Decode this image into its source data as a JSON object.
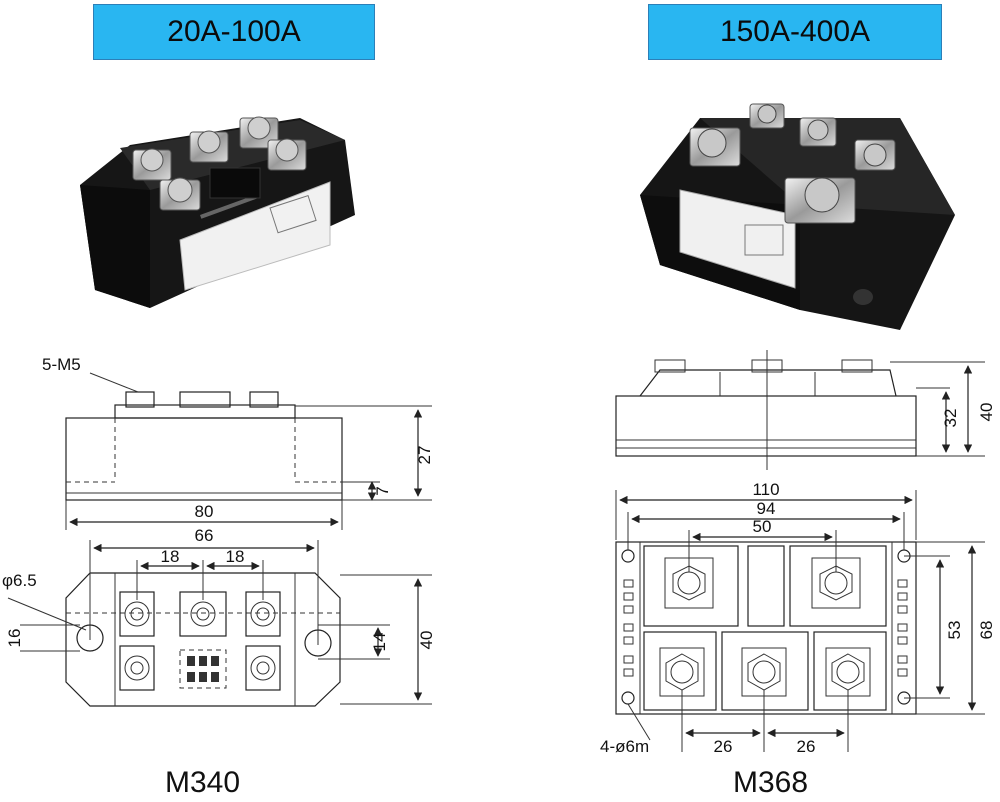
{
  "banners": {
    "left": "20A-100A",
    "right": "150A-400A"
  },
  "captions": {
    "left": "M340",
    "right": "M368"
  },
  "m340": {
    "thread_label": "5-M5",
    "dim_height": "27",
    "dim_base": "7",
    "dim_length": "80",
    "dim_span": "66",
    "dim_pitch_a": "18",
    "dim_pitch_b": "18",
    "dim_hole": "φ6.5",
    "dim_offset": "16",
    "dim_hole_h": "14",
    "dim_width": "40"
  },
  "m368": {
    "dim_body": "32",
    "dim_total": "40",
    "dim_length": "110",
    "dim_span": "94",
    "dim_center": "50",
    "dim_hole_span": "53",
    "dim_width": "68",
    "dim_hole_label": "4-ø6m",
    "dim_pitch_a": "26",
    "dim_pitch_b": "26"
  },
  "colors": {
    "banner": "#29b6f1",
    "module_body": "#141414"
  }
}
